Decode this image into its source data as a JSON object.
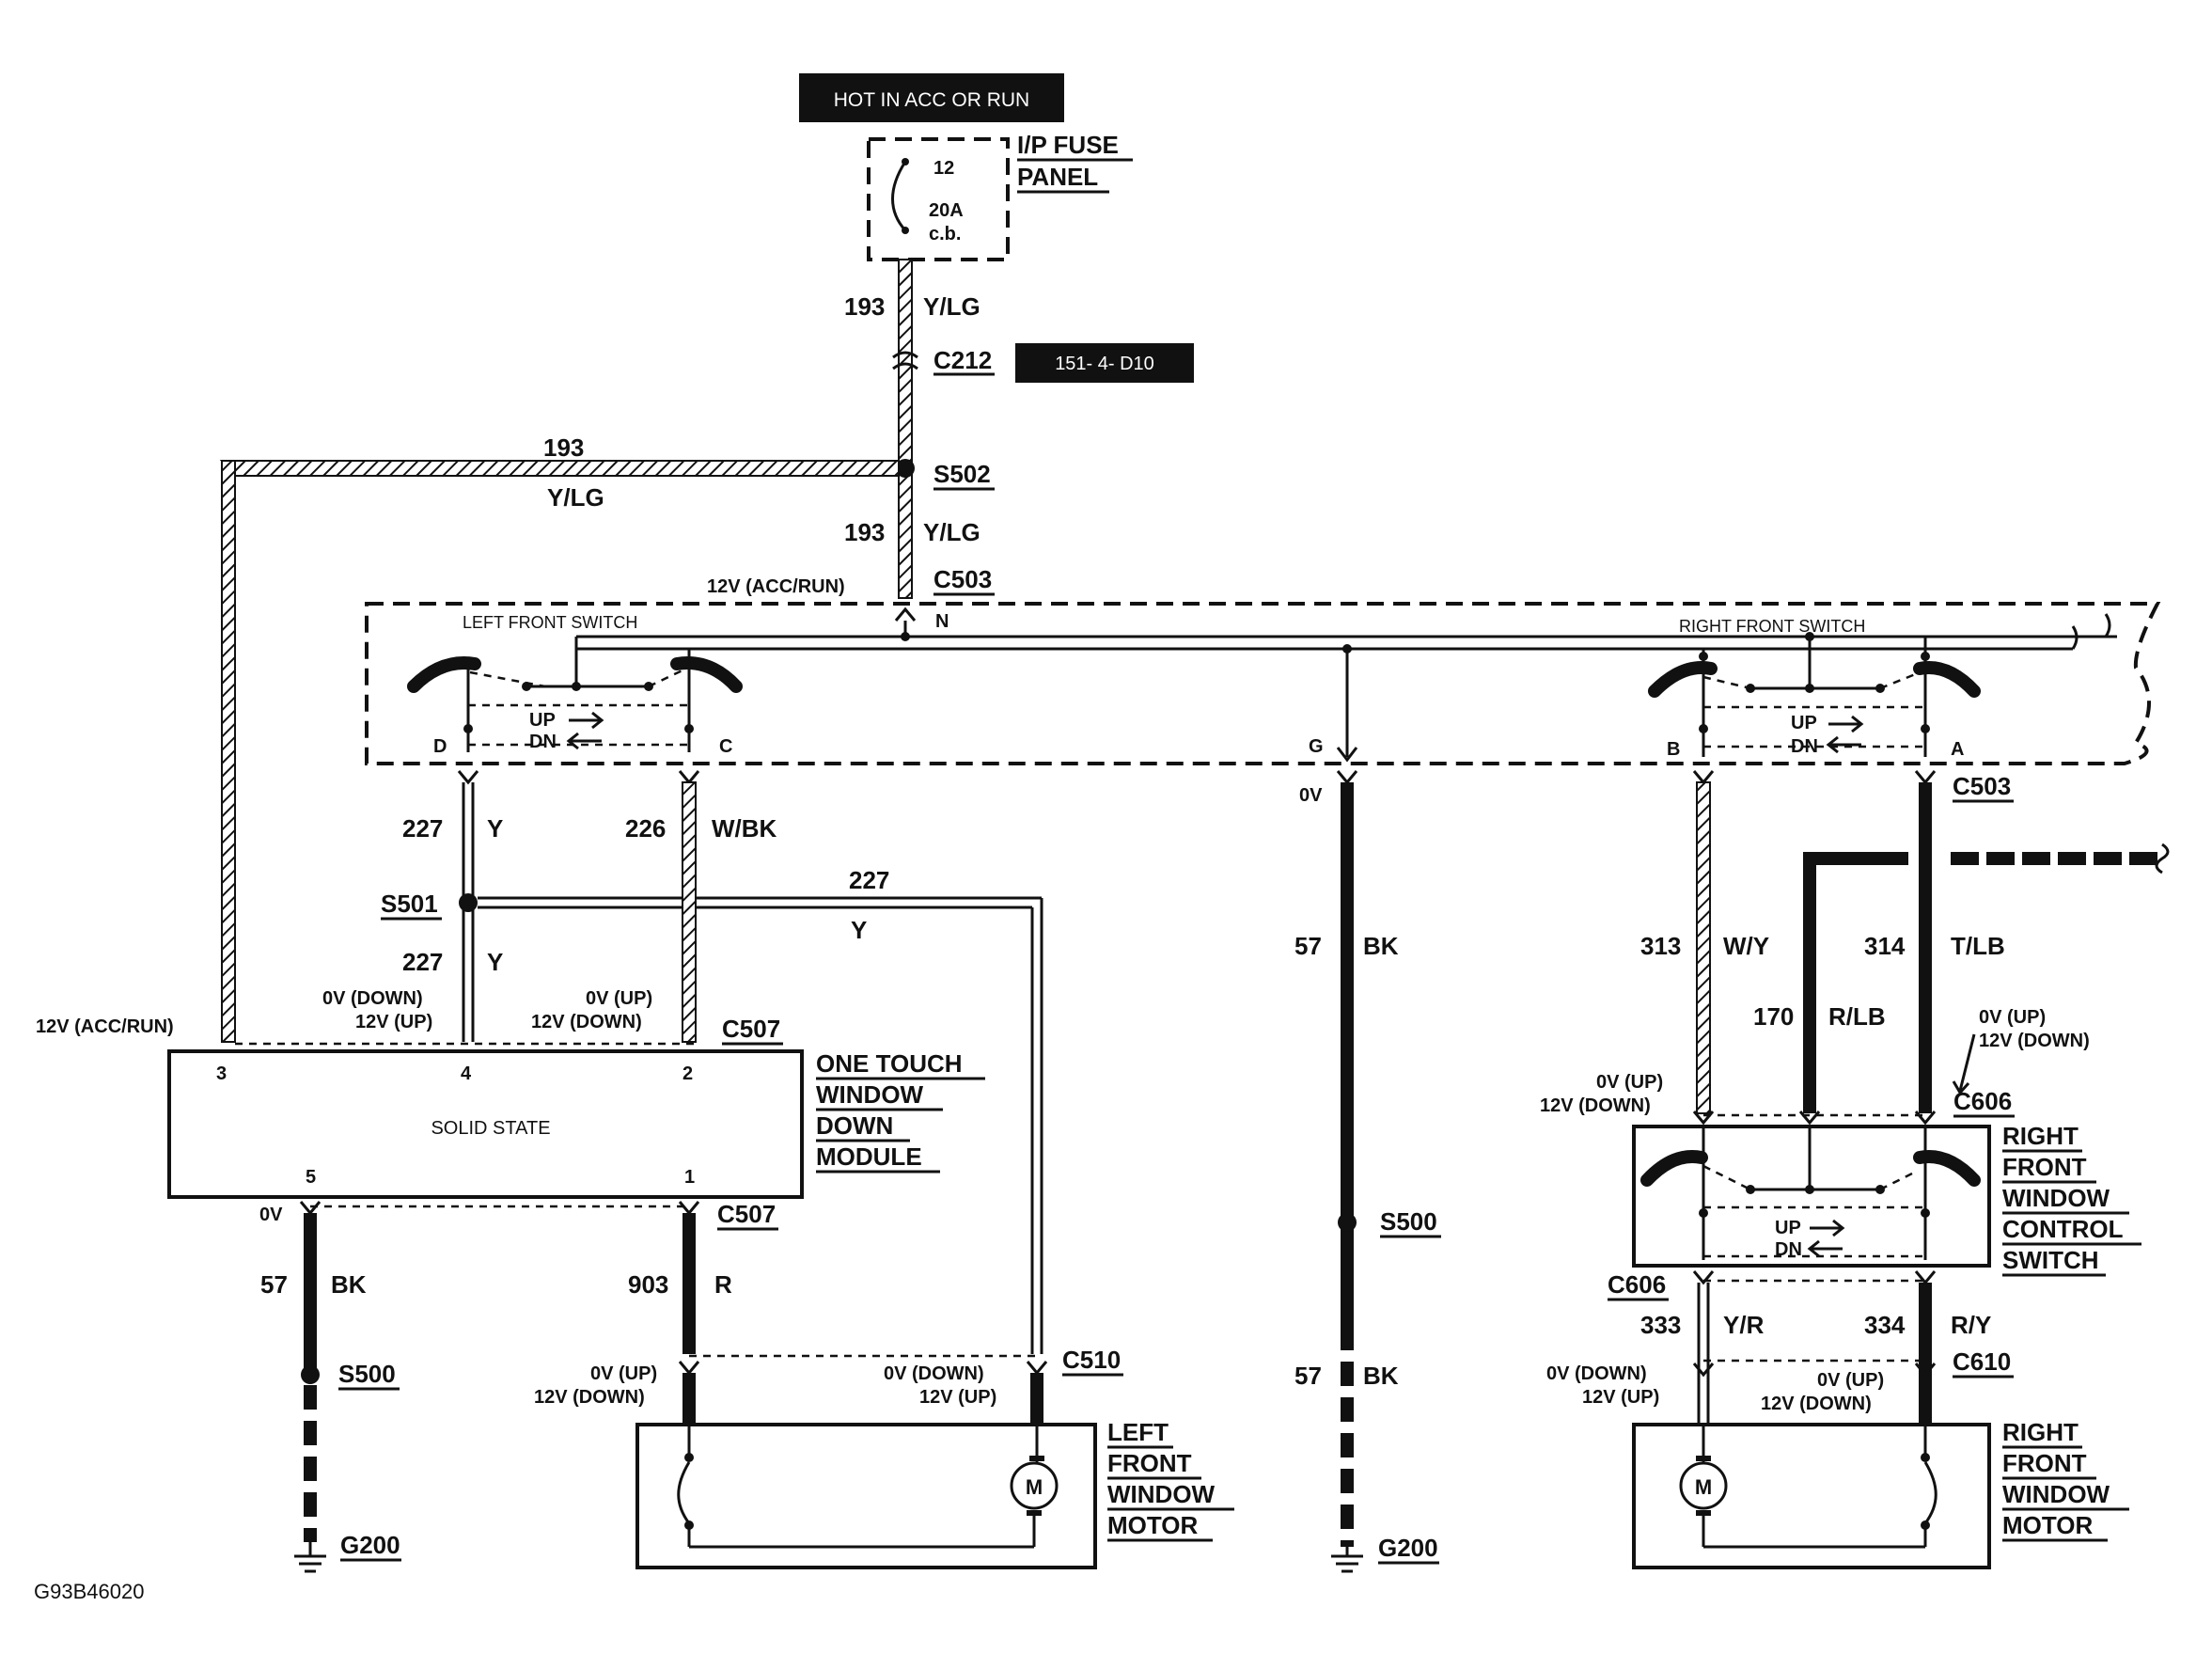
{
  "header": {
    "hot_label": "HOT IN ACC OR RUN",
    "fuse_panel": [
      "I/P FUSE",
      "PANEL"
    ],
    "fuse_number": "12",
    "fuse_rating": [
      "20A",
      "c.b."
    ],
    "ref_box": "151- 4- D10"
  },
  "wires": {
    "w193": "193",
    "ylg": "Y/LG",
    "w227": "227",
    "y": "Y",
    "w226": "226",
    "wbk": "W/BK",
    "w57": "57",
    "bk": "BK",
    "w903": "903",
    "r": "R",
    "w313": "313",
    "wy": "W/Y",
    "w314": "314",
    "tlb": "T/LB",
    "w170": "170",
    "rlb": "R/LB",
    "w333": "333",
    "yr": "Y/R",
    "w334": "334",
    "ry": "R/Y"
  },
  "connectors": {
    "c212": "C212",
    "s502": "S502",
    "c503": "C503",
    "s501": "S501",
    "c507": "C507",
    "c510": "C510",
    "s500": "S500",
    "g200": "G200",
    "c606": "C606",
    "c610": "C610"
  },
  "switches": {
    "left_front": "LEFT FRONT SWITCH",
    "right_front": "RIGHT FRONT SWITCH",
    "up": "UP",
    "dn": "DN",
    "pin_n": "N",
    "pin_d": "D",
    "pin_c": "C",
    "pin_g": "G",
    "pin_b": "B",
    "pin_a": "A"
  },
  "voltages": {
    "acc_run": "12V (ACC/RUN)",
    "zero": "0V",
    "v0down": "0V (DOWN)",
    "v12up": "12V (UP)",
    "v0up": "0V (UP)",
    "v12down": "12V (DOWN)"
  },
  "module": {
    "label": "SOLID STATE",
    "title": [
      "ONE TOUCH",
      "WINDOW",
      "DOWN",
      "MODULE"
    ],
    "pin3": "3",
    "pin4": "4",
    "pin2": "2",
    "pin5": "5",
    "pin1": "1"
  },
  "components": {
    "left_motor": [
      "LEFT",
      "FRONT",
      "WINDOW",
      "MOTOR"
    ],
    "right_motor": [
      "RIGHT",
      "FRONT",
      "WINDOW",
      "MOTOR"
    ],
    "right_switch": [
      "RIGHT",
      "FRONT",
      "WINDOW",
      "CONTROL",
      "SWITCH"
    ],
    "motor_symbol": "M"
  },
  "figure_id": "G93B46020",
  "colors": {
    "ink": "#111111",
    "background": "#ffffff"
  }
}
